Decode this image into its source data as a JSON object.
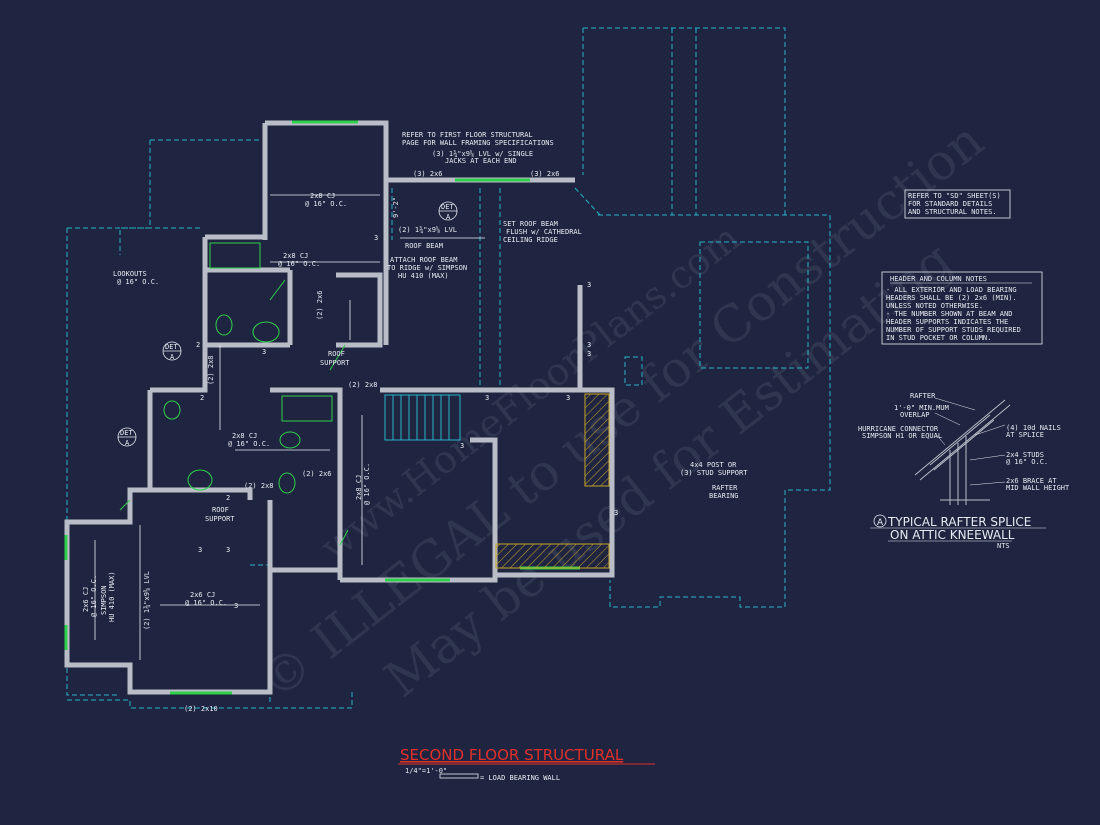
{
  "colors": {
    "background": "#1f2540",
    "wall": "#b9bdc8",
    "wall_fill": "#55596a",
    "dashed": "#24b5c9",
    "window": "#2fd04a",
    "fixture": "#2fd04a",
    "title_red": "#e0302a",
    "hatch": "#c9a227",
    "text": "#e8eaf2"
  },
  "title": {
    "text": "SECOND FLOOR STRUCTURAL",
    "scale": "1/4\"=1'-0\"",
    "legend": "= LOAD BEARING WALL"
  },
  "watermark": {
    "line1": "© ILLEGAL to use for Construction",
    "line2": "May be used for Estimating",
    "line3": "www.HomeFloorPlans.com"
  },
  "notes": {
    "sd_note": [
      "REFER TO \"SD\" SHEET(S)",
      "FOR STANDARD DETAILS",
      "AND STRUCTURAL NOTES."
    ],
    "header_title": "HEADER AND COLUMN NOTES",
    "header_lines": [
      "- ALL EXTERIOR AND LOAD BEARING",
      "HEADERS SHALL BE (2) 2x6 (MIN).",
      "UNLESS NOTED OTHERWISE.",
      "- THE NUMBER SHOWN AT BEAM AND",
      "HEADER SUPPORTS INDICATES THE",
      "NUMBER OF SUPPORT STUDS REQUIRED",
      "IN STUD POCKET OR COLUMN."
    ]
  },
  "splice_detail": {
    "title_line1": "TYPICAL RAFTER SPLICE",
    "title_line2": "ON ATTIC KNEEWALL",
    "number": "A",
    "nts": "NTS",
    "rafter": "RAFTER",
    "overlap": [
      "1'-0\" MIN.MUM",
      "OVERLAP"
    ],
    "hurricane": [
      "HURRICANE CONNECTOR",
      "SIMPSON H1 OR EQUAL"
    ],
    "nails": [
      "(4) 10d NAILS",
      "AT SPLICE"
    ],
    "studs": [
      "2x4 STUDS",
      "@ 16\" O.C."
    ],
    "brace": [
      "2x6 BRACE AT",
      "MID WALL HEIGHT"
    ]
  },
  "labels": {
    "refer_first": [
      "REFER TO FIRST FLOOR STRUCTURAL",
      "PAGE FOR WALL FRAMING SPECIFICATIONS"
    ],
    "lvl_top": [
      "(3) 1¾\"x9⅝ LVL w/ SINGLE",
      "JACKS AT EACH END"
    ],
    "hdr_2x6_a": "(3) 2x6",
    "hdr_2x6_b": "(3) 2x6",
    "cj_top": [
      "2x8 CJ",
      "@ 16\" O.C."
    ],
    "cj_mid": [
      "2x8 CJ",
      "@ 16\" O.C."
    ],
    "dim_9_2": "9'-2\"",
    "det_a1": [
      "DET",
      "A"
    ],
    "det_a2": [
      "DET",
      "A"
    ],
    "det_a3": [
      "DET",
      "A"
    ],
    "roof_beam": [
      "(2) 1¾\"x9⅝ LVL",
      "ROOF BEAM"
    ],
    "attach_beam": [
      "ATTACH ROOF BEAM",
      "TO RIDGE w/ SIMPSON",
      "HU 410 (MAX)"
    ],
    "set_beam": [
      "SET ROOF BEAM",
      "FLUSH w/ CATHEDRAL",
      "CEILING RIDGE"
    ],
    "lookouts": [
      "LOOKOUTS",
      "@ 16\" O.C."
    ],
    "roof_support_1": [
      "ROOF",
      "SUPPORT"
    ],
    "roof_support_2": [
      "ROOF",
      "SUPPORT"
    ],
    "hdr_2x8_a": "(2) 2x8",
    "hdr_2x8_b": "(2) 2x8",
    "hdr_2x8_c": "(2) 2x8",
    "hdr_2x6_c": "(2) 2x6",
    "hdr_2x6_d": "(2) 2x6",
    "cj_bath": [
      "2x8 CJ",
      "@ 16\" O.C."
    ],
    "cj_stair": [
      "2x8 CJ",
      "@ 16\" O.C."
    ],
    "cj_bed": [
      "2x6 CJ",
      "@ 16\" O.C."
    ],
    "cj_left": [
      "2x6 CJ",
      "@ 16\" O.C."
    ],
    "simpson_left": [
      "SIMPSON",
      "HU 410 (MAX)"
    ],
    "lvl_left": "(2) 1¾\"x9⅝ LVL",
    "hdr_2x10": "(2) 2x10",
    "post": [
      "4x4 POST OR",
      "(3) STUD SUPPORT"
    ],
    "rafter_bearing": [
      "RAFTER",
      "BEARING"
    ],
    "num3": "3",
    "num2": "2"
  }
}
